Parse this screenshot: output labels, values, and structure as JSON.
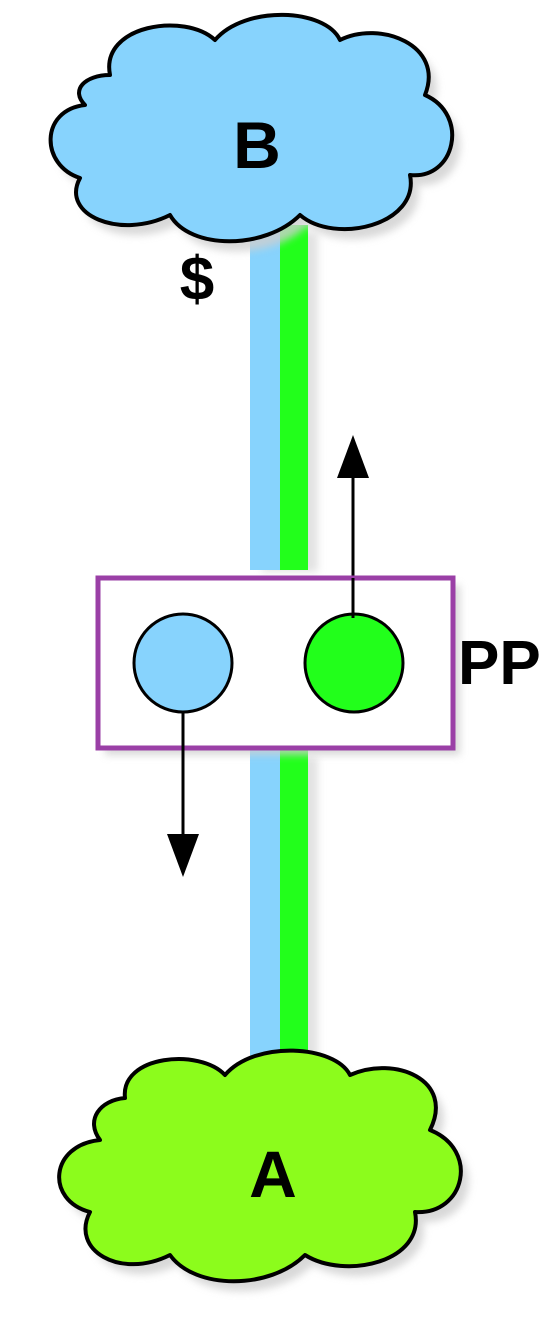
{
  "labels": {
    "top_cloud": "B",
    "bottom_cloud": "A",
    "currency": "$",
    "box": "PP"
  },
  "colors": {
    "blue": "#87d3fd",
    "green": "#22ff1b",
    "lime": "#8cfc1c",
    "purple": "#9a3fa6",
    "outline": "#000000",
    "shadow": "#c8c8c8"
  },
  "icons": {
    "top_cloud": "cloud-shape",
    "bottom_cloud": "cloud-shape",
    "up_arrow": "arrow-up-icon",
    "down_arrow": "arrow-down-icon"
  }
}
